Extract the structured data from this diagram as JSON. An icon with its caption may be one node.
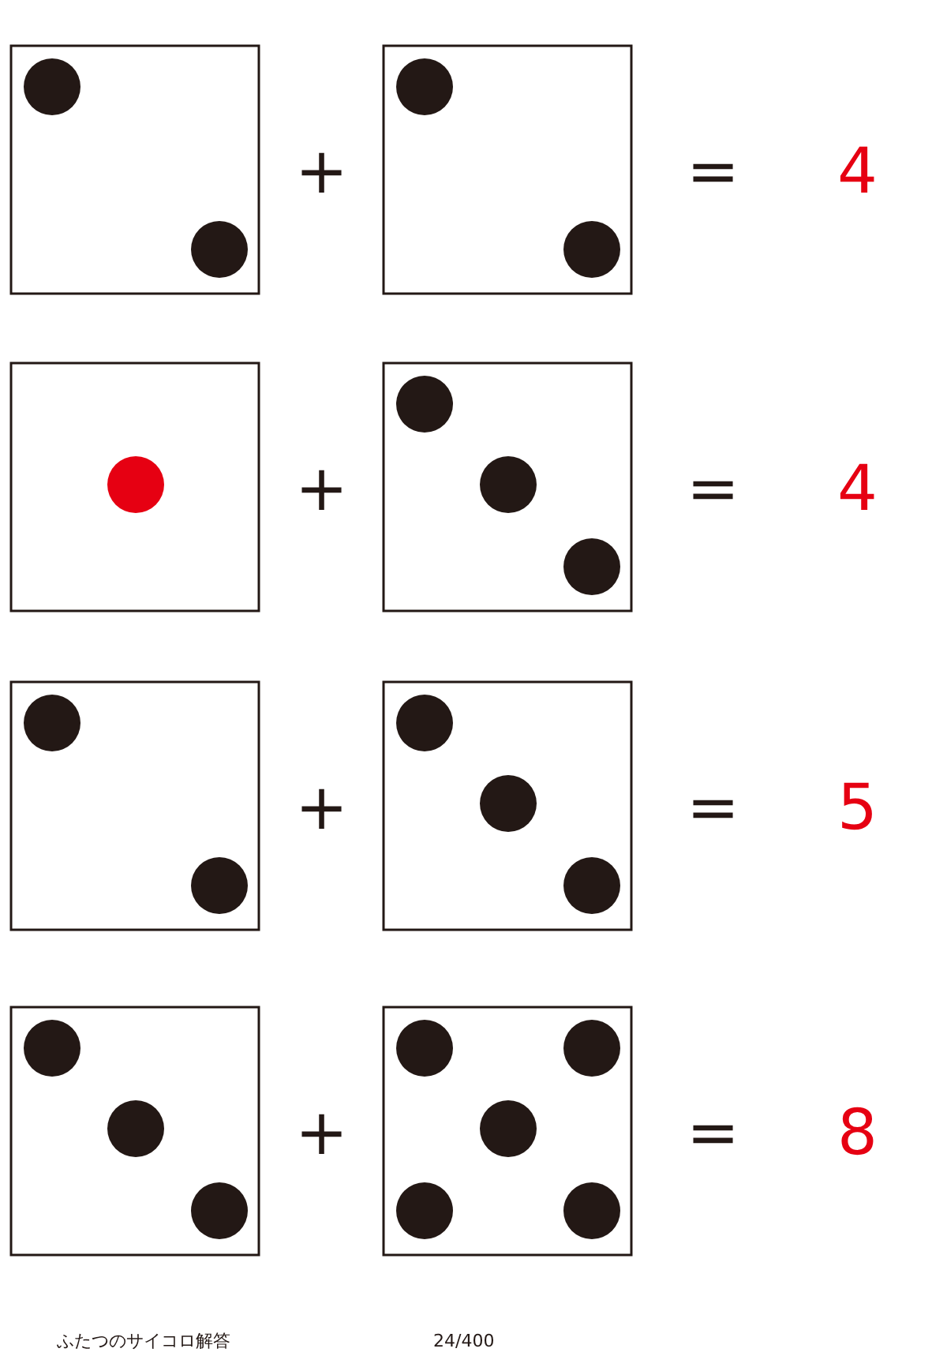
{
  "diagram": {
    "labels": [
      "+",
      "=",
      "4",
      "+",
      "=",
      "4",
      "+",
      "=",
      "5",
      "+",
      "=",
      "8",
      "ふたつのサイコロ解答",
      "24/400"
    ]
  }
}
